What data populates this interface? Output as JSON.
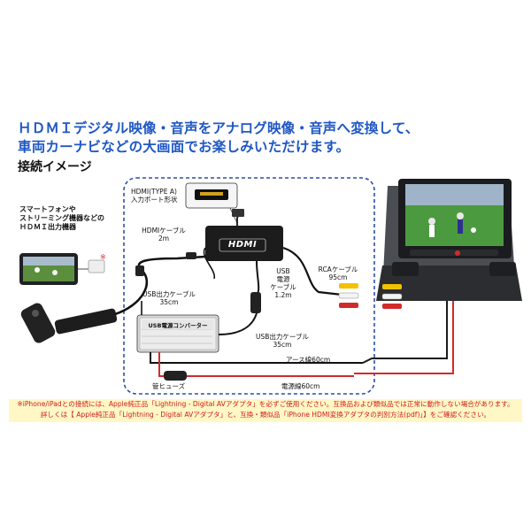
{
  "headline": {
    "line1": "ＨＤＭＩデジタル映像・音声をアナログ映像・音声へ変換して、",
    "line2": "車両カーナビなどの大画面でお楽しみいただけます。"
  },
  "section_title": "接続イメージ",
  "labels": {
    "source_devices_1": "スマートフォンや",
    "source_devices_2": "ストリーミング機器などの",
    "source_devices_3": "ＨＤＭＩ出力機器",
    "hdmi_port_1": "HDMI(TYPE A)",
    "hdmi_port_2": "入力ポート形状",
    "hdmi_cable_1": "HDMIケーブル",
    "hdmi_cable_2": "2m",
    "usb_power_1": "USB",
    "usb_power_2": "電源",
    "usb_power_3": "ケーブル",
    "usb_power_4": "1.2m",
    "rca_cable_1": "RCAケーブル",
    "rca_cable_2": "95cm",
    "usb_out_left_1": "USB出力ケーブル",
    "usb_out_left_2": "35cm",
    "usb_out_mid_1": "USB出力ケーブル",
    "usb_out_mid_2": "35cm",
    "converter_title": "USB電源コンバーター",
    "ground_wire": "アース線60cm",
    "fuse": "管ヒューズ",
    "power_wire": "電源線60cm",
    "hdmi_logo": "HDMI"
  },
  "notice": {
    "line1": "※iPhone/iPadとの接続には、Apple純正品「Lightning - Digital AVアダプタ」を必ずご使用ください。互換品および類似品では正常に動作しない場合があります。",
    "line2": "詳しくは【 Apple純正品「Lightning - Digital AVアダプタ」と、互換・類似品「iPhone HDMI変換アダプタの判別方法(pdf)」】をご確認ください。"
  },
  "colors": {
    "headline": "#1f57c3",
    "dashed_border": "#2c4fa8",
    "notice_bg": "#fff7c6",
    "notice_text": "#d01a1a",
    "power_wire": "#d42a2a",
    "rca_yellow": "#f2c200",
    "rca_white": "#f4f4f4",
    "rca_red": "#d12b2b"
  }
}
